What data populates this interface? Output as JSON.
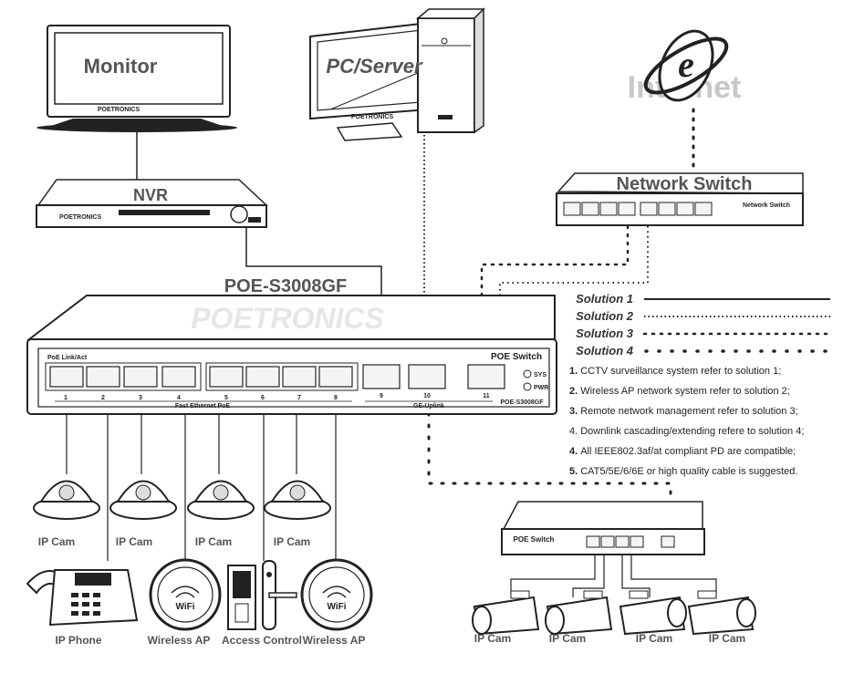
{
  "devices": {
    "monitor": "Monitor",
    "monitor_brand": "POETRONICS",
    "pc_server": "PC/Server",
    "pc_brand": "POETRONICS",
    "internet": "Internet",
    "network_switch": "Network Switch",
    "network_switch_badge": "Network Switch",
    "nvr": "NVR",
    "nvr_brand": "POETRONICS",
    "main_switch_model": "POE-S3008GF",
    "main_switch_watermark": "POETRONICS",
    "main_switch_title": "POE Switch",
    "main_switch_model_small": "POE-S3008GF",
    "poe_link_act": "PoE  Link/Act",
    "fast_ethernet_poe": "Fast Ethernet PoE",
    "ge_uplink": "GE-Uplink",
    "sys": "SYS",
    "pwr": "PWR",
    "port_numbers": [
      "1",
      "2",
      "3",
      "4",
      "5",
      "6",
      "7",
      "8",
      "9",
      "10",
      "11"
    ],
    "small_switch_title": "POE Switch"
  },
  "endpoints": [
    "IP Cam",
    "IP Cam",
    "IP Cam",
    "IP Cam",
    "IP Phone",
    "Wireless AP",
    "Access Control",
    "Wireless AP"
  ],
  "remote_cams": [
    "IP Cam",
    "IP Cam",
    "IP Cam",
    "IP Cam"
  ],
  "solutions": [
    "Solution 1",
    "Solution 2",
    "Solution 3",
    "Solution 4"
  ],
  "notes": [
    {
      "num": "1.",
      "text": "CCTV surveillance system refer to solution 1;"
    },
    {
      "num": "2.",
      "text": "Wireless AP network system refer to solution 2;"
    },
    {
      "num": "3.",
      "text": "Remote network management refer to solution 3;"
    },
    {
      "num": "4.",
      "text": "Downlink cascading/extending refere to solution 4;"
    },
    {
      "num": "4.",
      "text": "All IEEE802.3af/at compliant PD are compatible;"
    },
    {
      "num": "5.",
      "text": "CAT5/5E/6/6E or high quality cable is suggested."
    }
  ],
  "colors": {
    "line": "#222222",
    "label": "#555555"
  }
}
